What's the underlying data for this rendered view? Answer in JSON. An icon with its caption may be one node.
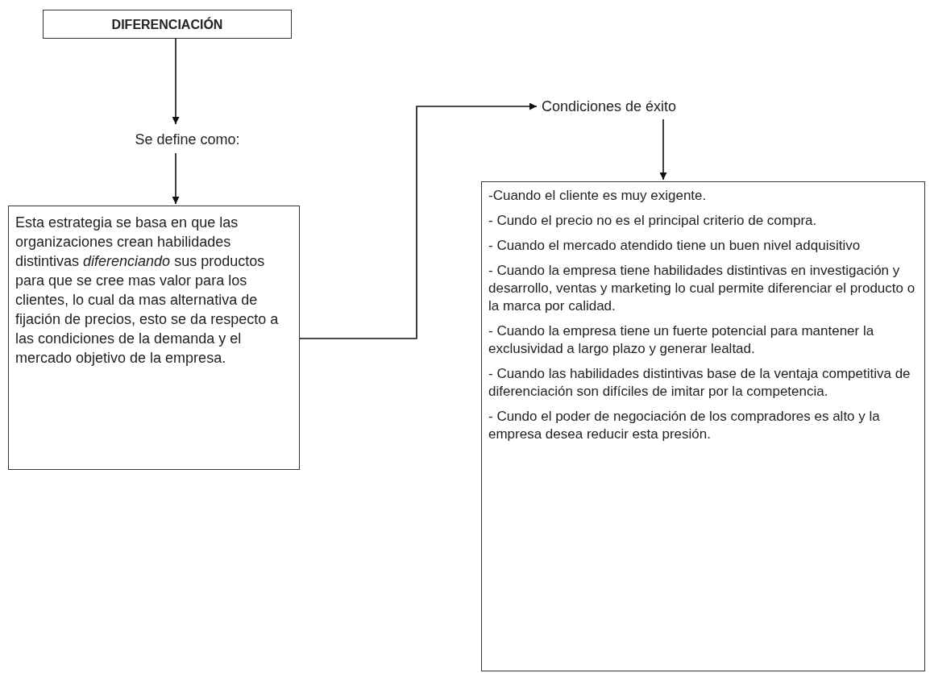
{
  "diagram": {
    "nodes": [
      {
        "text": [
          "DIFERENCIACIÓN"
        ]
      },
      {
        "text": [
          "Se define como:"
        ]
      },
      {
        "text": [
          "Esta estrategia se basa en que las organizaciones crean habilidades distintivas *diferenciando* sus productos para que se cree mas valor para los clientes, lo cual da mas alternativa de fijación de precios, esto se da respecto a las condiciones de la demanda y el mercado objetivo de la empresa."
        ]
      },
      {
        "text": [
          "Condiciones de éxito"
        ]
      },
      {
        "text": [
          "-Cuando el cliente es muy exigente.",
          "- Cundo el precio no es el principal criterio de compra.",
          "- Cuando el mercado atendido tiene un buen nivel adquisitivo",
          "- Cuando la empresa tiene habilidades distintivas en investigación y desarrollo, ventas y marketing lo cual permite diferenciar el producto o la marca por calidad.",
          "- Cuando la empresa tiene un fuerte potencial para mantener la exclusividad a largo plazo y generar lealtad.",
          "- Cuando las habilidades distintivas base de la ventaja competitiva de diferenciación son difíciles de imitar por la competencia.",
          "- Cundo el poder de negociación de los compradores es alto y la empresa desea reducir esta presión."
        ]
      }
    ],
    "edges": [
      {
        "from": 0,
        "to": 1,
        "arrow": "to"
      },
      {
        "from": 1,
        "to": 2,
        "arrow": "to"
      },
      {
        "from": 2,
        "to": 3,
        "arrow": "to"
      },
      {
        "from": 3,
        "to": 4,
        "arrow": "to"
      }
    ]
  }
}
